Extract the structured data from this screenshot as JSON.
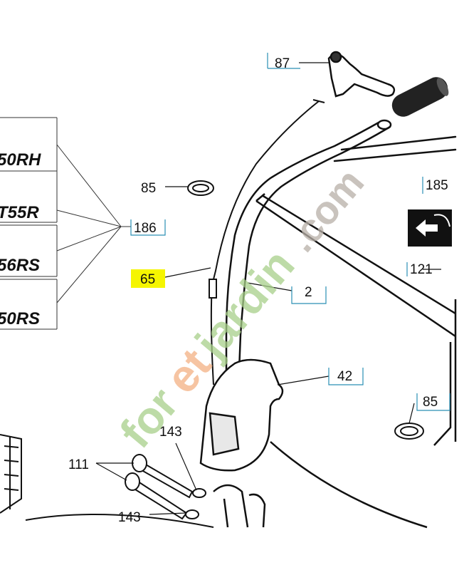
{
  "models": [
    "50RH",
    "T55R",
    "56RS",
    "50RS"
  ],
  "callouts": {
    "c87": "87",
    "c85a": "85",
    "c186": "186",
    "c65": "65",
    "c2": "2",
    "c185": "185",
    "c121": "121",
    "c42": "42",
    "c85b": "85",
    "c143a": "143",
    "c111": "111",
    "c143b": "143"
  },
  "highlight_color": "#f5f500",
  "callout_box_color": "#2a8fb5",
  "watermark": {
    "text": "foretjardin.com",
    "colors": {
      "green": "#a8d08a",
      "orange": "#f4b183",
      "gray": "#b8b0a8"
    }
  },
  "icons": [
    "reverse-arrow-icon"
  ]
}
